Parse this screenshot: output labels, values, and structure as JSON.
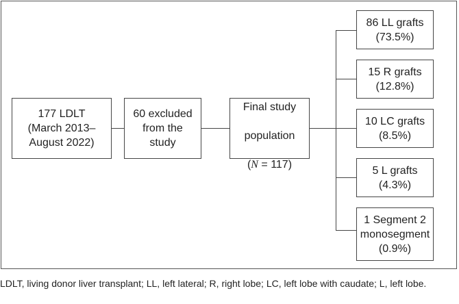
{
  "flowchart": {
    "start": {
      "label": "177 LDLT\n(March 2013–\nAugust 2022)"
    },
    "excluded": {
      "label": "60 excluded\nfrom the\nstudy"
    },
    "final": {
      "label_line1": "Final study",
      "label_line2": "population",
      "label_n_open": "(",
      "label_n_var": "N",
      "label_n_close": " = 117)"
    },
    "grafts": [
      {
        "label": "86 LL grafts\n(73.5%)"
      },
      {
        "label": "15 R grafts\n(12.8%)"
      },
      {
        "label": "10 LC grafts\n(8.5%)"
      },
      {
        "label": "5 L grafts\n(4.3%)"
      },
      {
        "label": "1 Segment 2\nmonosegment\n(0.9%)"
      }
    ]
  },
  "footnote": "LDLT, living donor liver transplant; LL, left lateral; R, right lobe; LC, left lobe with caudate; L, left lobe."
}
